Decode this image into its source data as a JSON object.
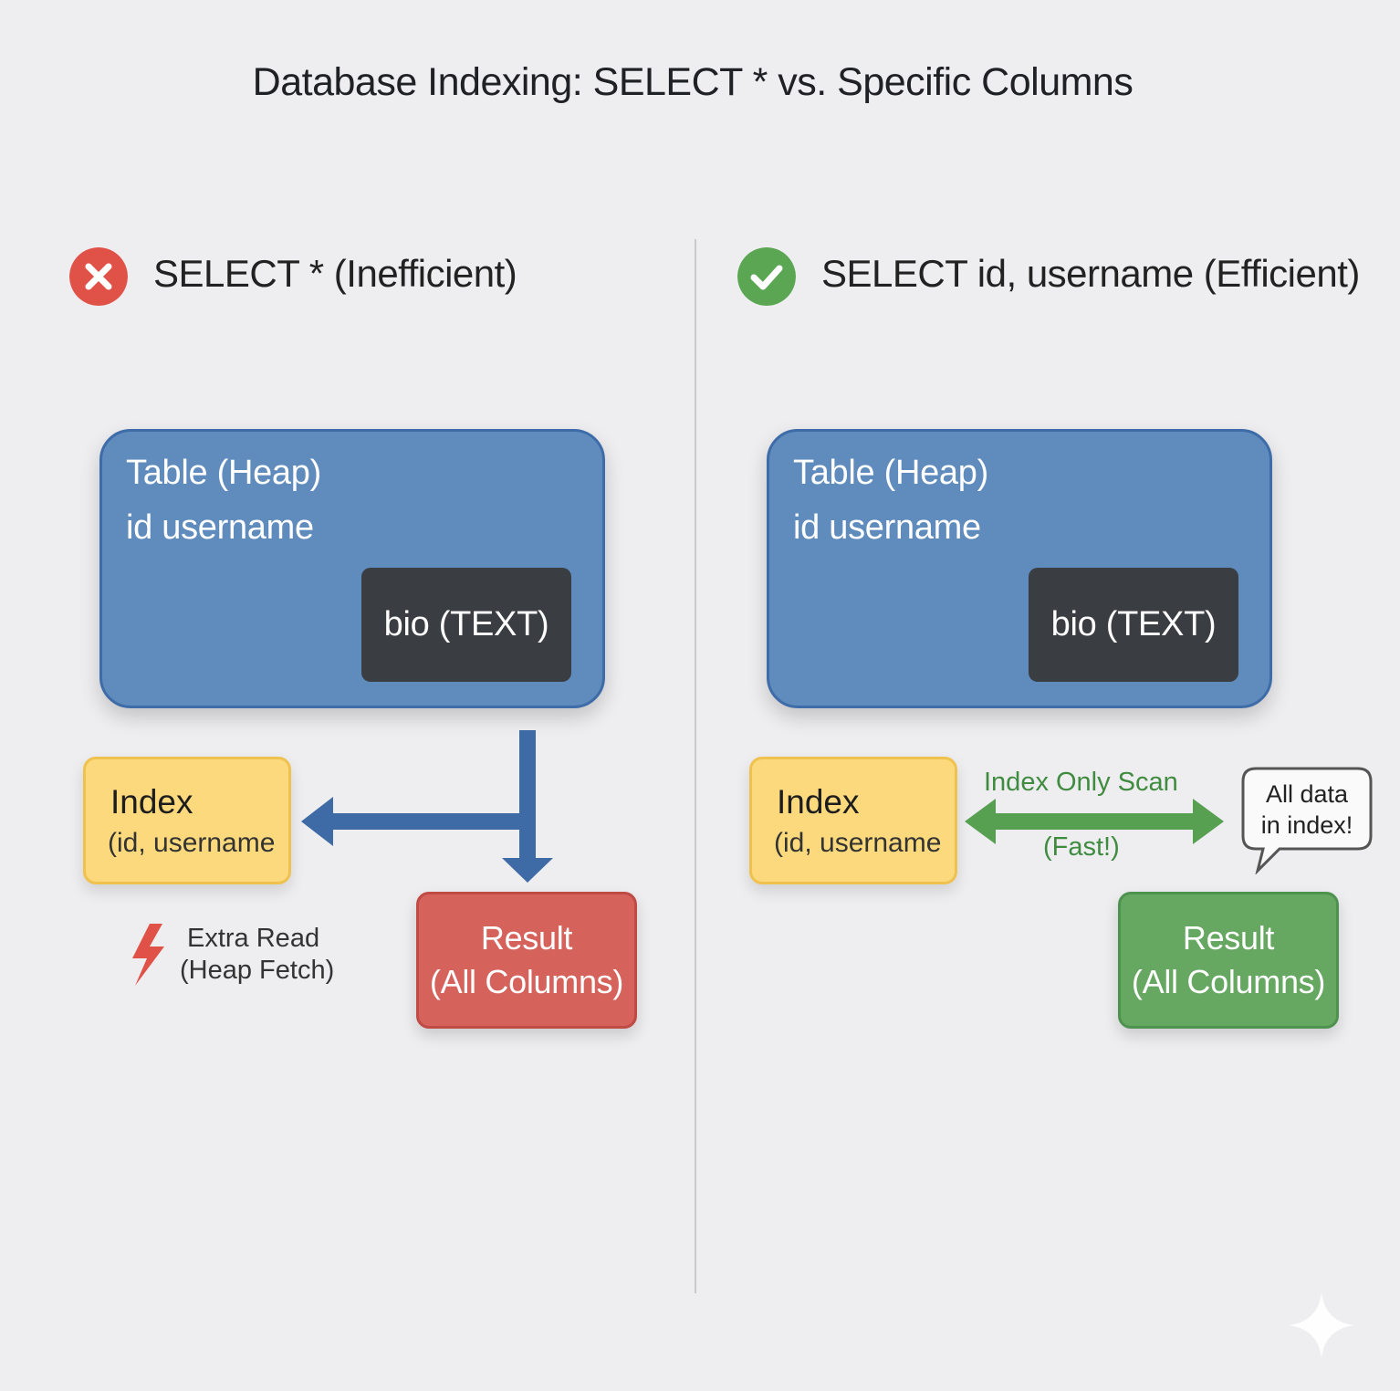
{
  "title": "Database Indexing: SELECT * vs. Specific Columns",
  "colors": {
    "background": "#eeeef0",
    "table": "#5f8bbd",
    "bio": "#3a3d42",
    "index": "#fbd97c",
    "result_bad": "#d6625c",
    "result_good": "#66a862",
    "arrow_blue": "#3e6aa6",
    "arrow_green": "#57a052",
    "error": "#e05247",
    "success": "#5aa652"
  },
  "left": {
    "icon": "x-circle-icon",
    "heading": "SELECT * (Inefficient)",
    "table_title": "Table (Heap)",
    "table_columns": "id username",
    "bio_label": "bio (TEXT)",
    "index_title": "Index",
    "index_columns": "(id, username",
    "extra_icon": "lightning-icon",
    "extra_line1": "Extra Read",
    "extra_line2": "(Heap Fetch)",
    "result_line1": "Result",
    "result_line2": "(All Columns)"
  },
  "right": {
    "icon": "check-circle-icon",
    "heading": "SELECT id, username (Efficient)",
    "table_title": "Table (Heap)",
    "table_columns": "id username",
    "bio_label": "bio (TEXT)",
    "index_title": "Index",
    "index_columns": "(id, username",
    "scan_label": "Index Only Scan",
    "fast_label": "(Fast!)",
    "bubble_line1": "All data",
    "bubble_line2": "in index!",
    "result_line1": "Result",
    "result_line2": "(All Columns)"
  },
  "watermark_icon": "sparkle-icon"
}
